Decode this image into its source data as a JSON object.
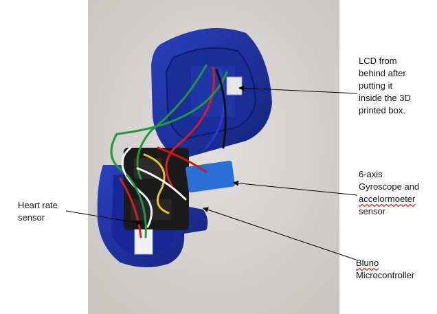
{
  "annotations": {
    "lcd": [
      "LCD from",
      "behind after",
      "putting it",
      "inside the 3D",
      "printed box."
    ],
    "gyro": [
      "6-axis",
      "Gyroscope and",
      "accelormoeter",
      "sensor"
    ],
    "heart": [
      "Heart rate",
      "sensor"
    ],
    "bluno": [
      "Bluno",
      "Microcontroller"
    ]
  },
  "colors": {
    "background": "#ffffff",
    "photo_background": "#d6d3d0",
    "case": "#1c2f9e",
    "pcb": "#1a1a1a",
    "gyro_board": "#2a6fd6",
    "arrow": "#000000"
  }
}
